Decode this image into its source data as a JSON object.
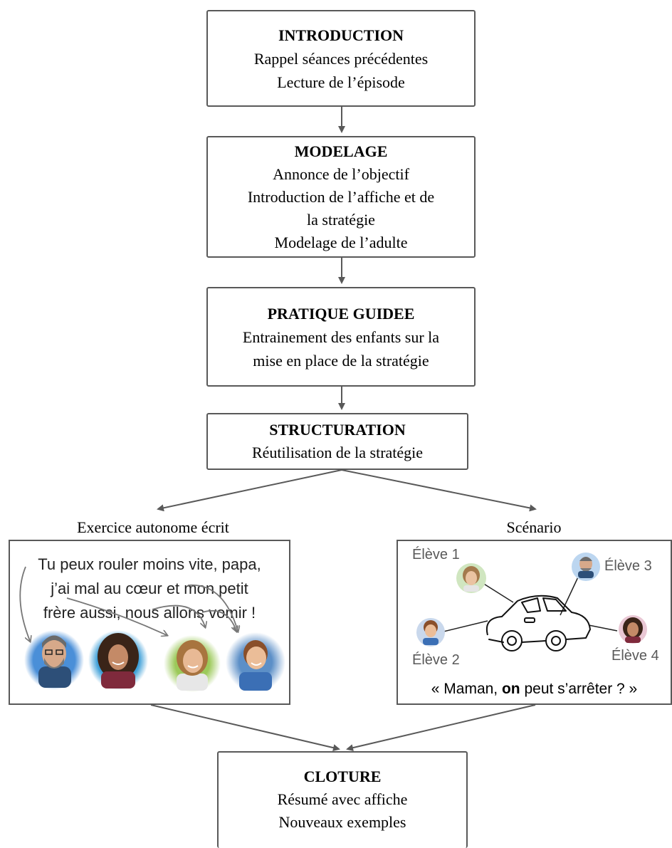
{
  "steps": {
    "introduction": {
      "title": "INTRODUCTION",
      "lines": [
        "Rappel séances précédentes",
        "Lecture de l’épisode"
      ]
    },
    "modelage": {
      "title": "MODELAGE",
      "lines": [
        "Annonce de l’objectif",
        "Introduction de l’affiche et de",
        "la stratégie",
        "Modelage de l’adulte"
      ]
    },
    "pratique": {
      "title": "PRATIQUE GUIDEE",
      "lines": [
        "Entrainement des enfants sur la",
        "mise en place de la stratégie"
      ]
    },
    "structuration": {
      "title": "STRUCTURATION",
      "lines": [
        "Réutilisation de la stratégie"
      ]
    },
    "cloture": {
      "title": "CLOTURE",
      "lines": [
        "Résumé avec affiche",
        "Nouveaux exemples"
      ]
    }
  },
  "branches": {
    "left": {
      "caption": "Exercice autonome écrit",
      "sentence_lines": [
        "Tu peux rouler moins vite, papa,",
        "j’ai mal au cœur et mon petit",
        "frère aussi, nous allons vomir !"
      ]
    },
    "right": {
      "caption": "Scénario",
      "students": [
        "Élève 1",
        "Élève 2",
        "Élève 3",
        "Élève 4"
      ],
      "quote_prefix": "« Maman, ",
      "quote_bold": "on",
      "quote_suffix": " peut s’arrêter ? »"
    }
  },
  "colors": {
    "border": "#595959",
    "arrow": "#595959",
    "text": "#000000",
    "label": "#595959"
  }
}
